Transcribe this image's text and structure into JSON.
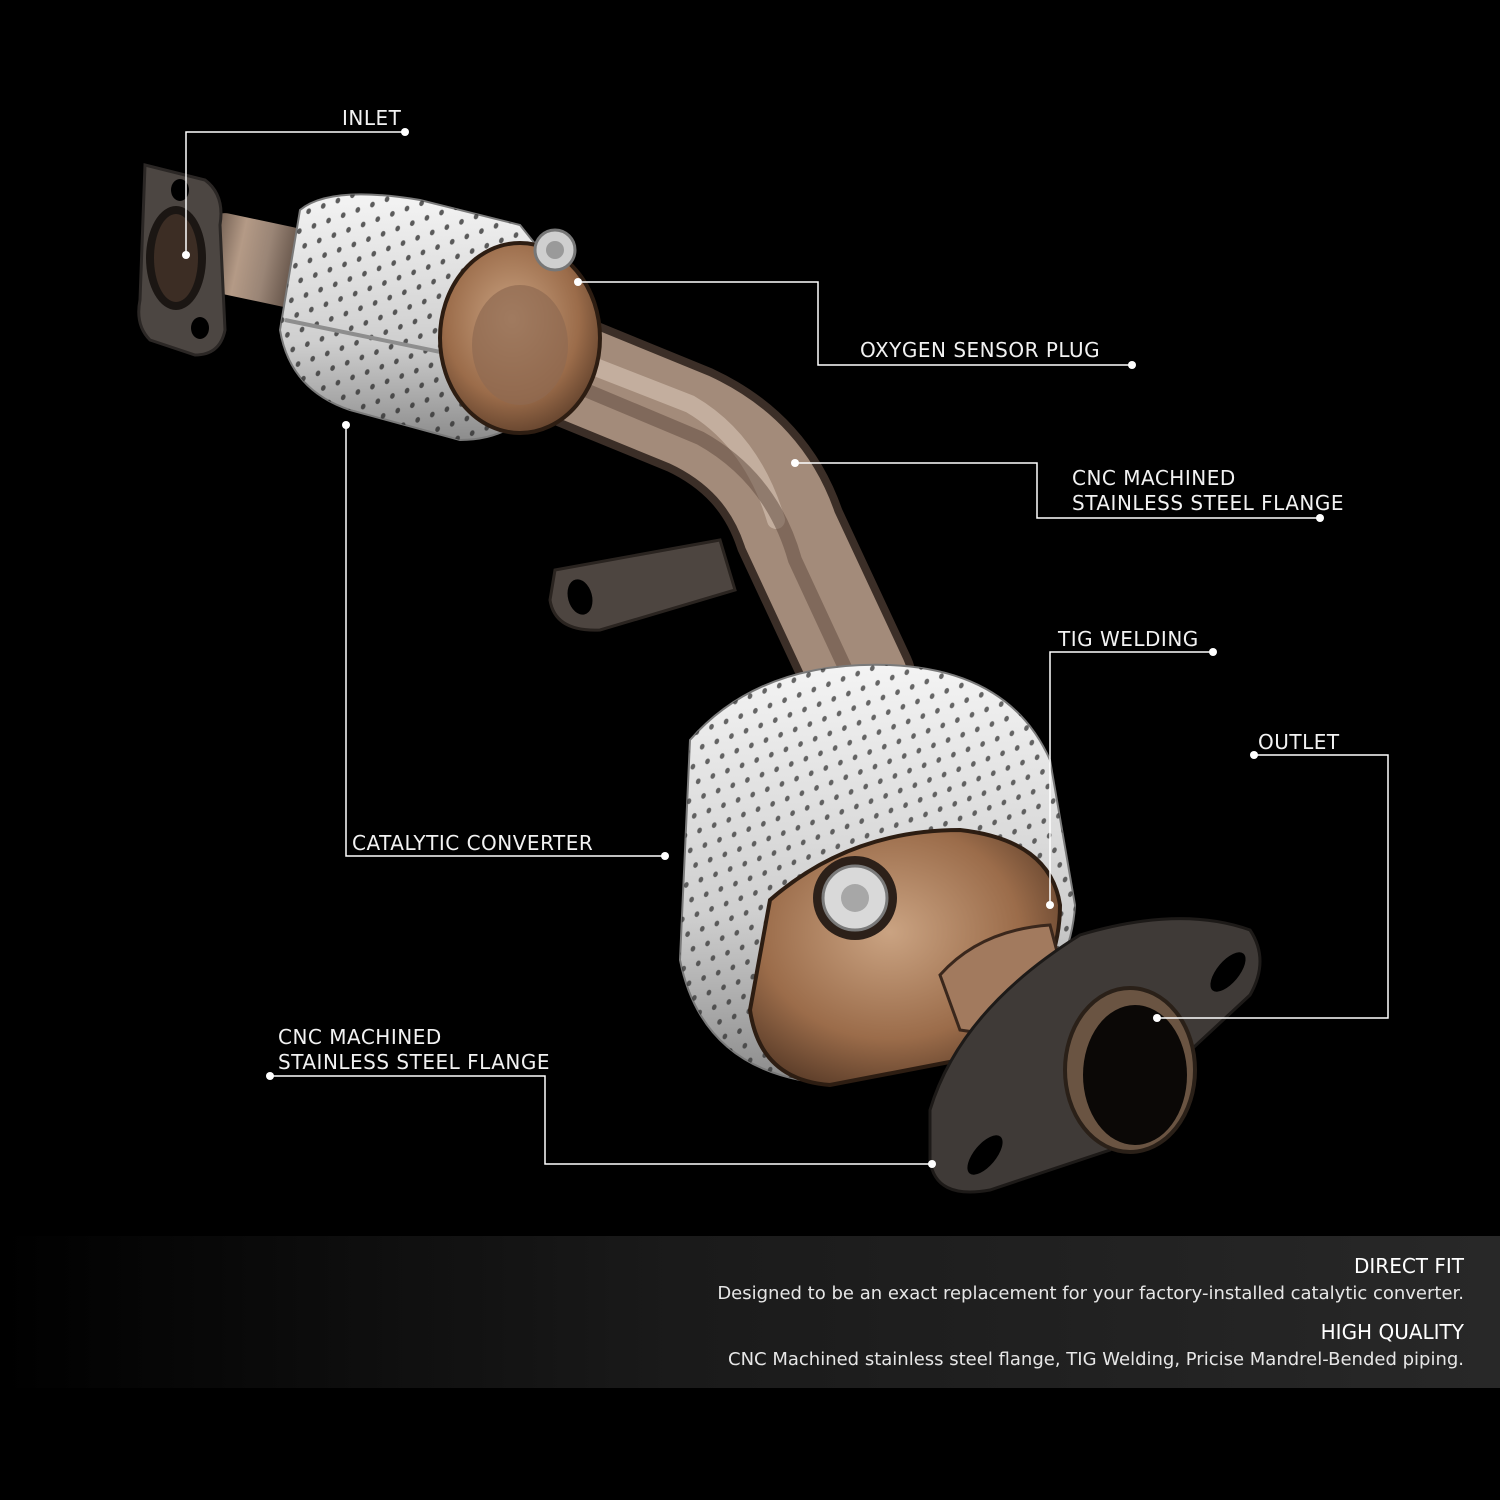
{
  "callouts": {
    "inlet": "INLET",
    "oxygen_sensor_plug": "OXYGEN SENSOR PLUG",
    "cnc_flange_upper": [
      "CNC MACHINED",
      "STAINLESS STEEL FLANGE"
    ],
    "tig_welding": "TIG WELDING",
    "outlet": "OUTLET",
    "catalytic_converter": "CATALYTIC CONVERTER",
    "cnc_flange_lower": [
      "CNC MACHINED",
      "STAINLESS STEEL FLANGE"
    ]
  },
  "features": [
    {
      "heading": "DIRECT FIT",
      "text": "Designed to be an exact replacement for your factory-installed catalytic converter."
    },
    {
      "heading": "HIGH QUALITY",
      "text": "CNC Machined stainless steel flange, TIG Welding, Pricise Mandrel-Bended piping."
    }
  ],
  "colors": {
    "background": "#000000",
    "text": "#ffffff",
    "leader_line": "#ffffff"
  }
}
